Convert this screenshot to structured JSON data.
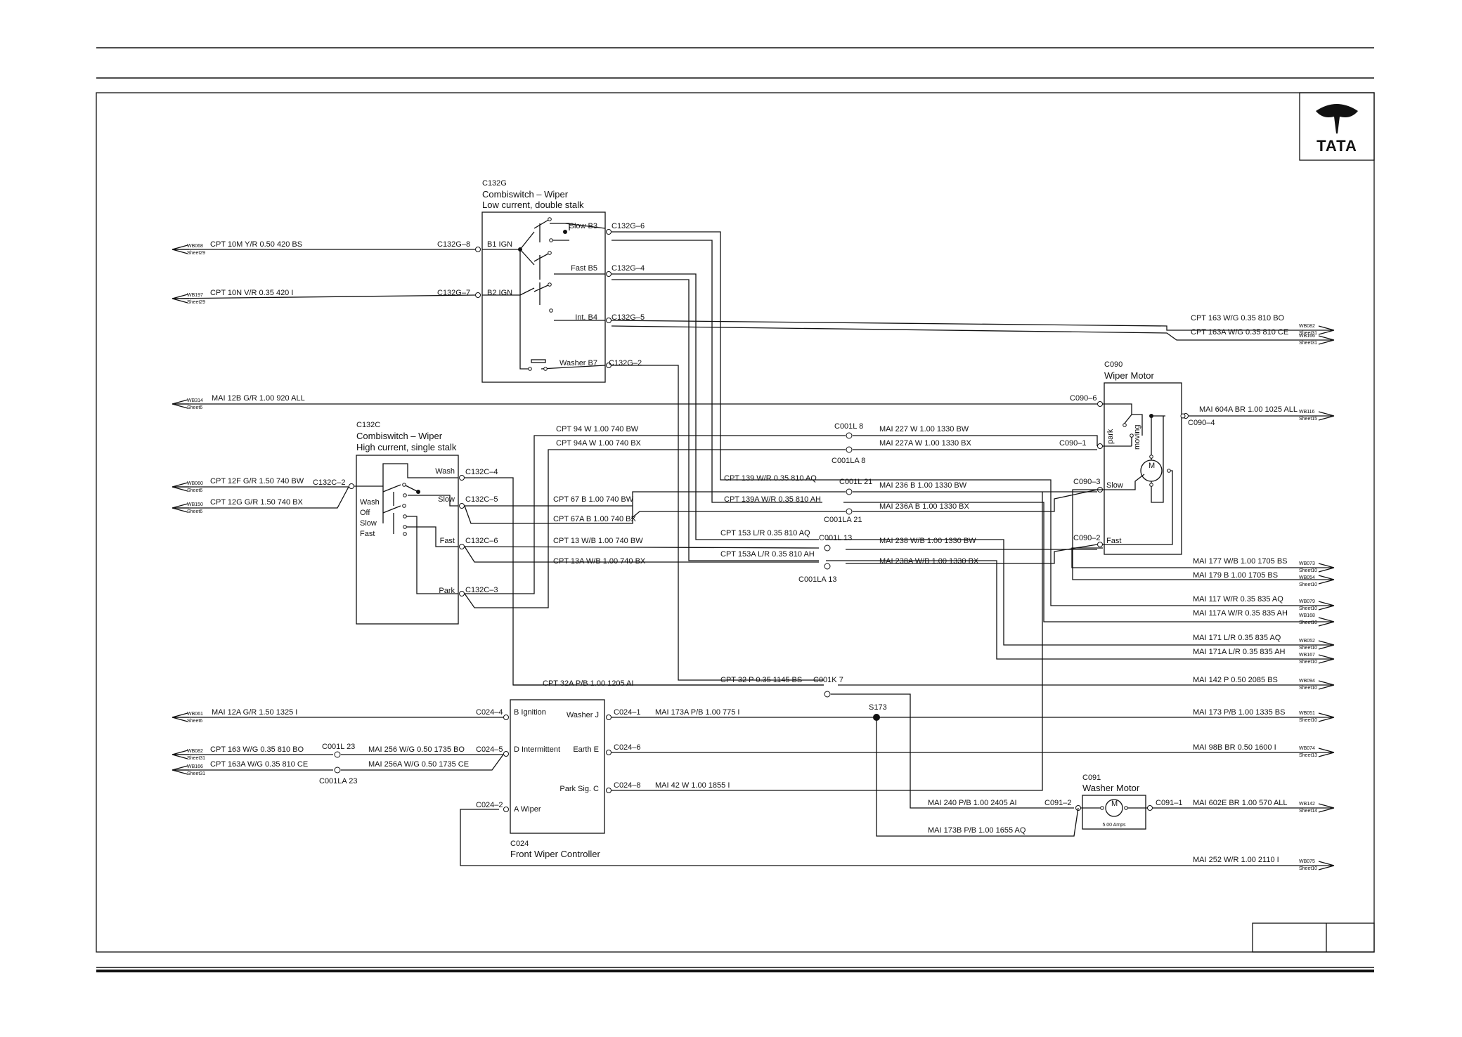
{
  "brand": {
    "logo_text": "TATA"
  },
  "components": {
    "c132g": {
      "id": "C132G",
      "line1": "Combiswitch – Wiper",
      "line2": "Low current, double stalk",
      "pins": {
        "b1": "B1  IGN",
        "b2": "B2  IGN",
        "b3": "Slow  B3",
        "b5": "Fast  B5",
        "b4": "Int.  B4",
        "b7": "Washer  B7"
      },
      "conn": {
        "c8": "C132G–8",
        "c7": "C132G–7",
        "c6": "C132G–6",
        "c4": "C132G–4",
        "c5": "C132G–5",
        "c2": "C132G–2"
      }
    },
    "c132c": {
      "id": "C132C",
      "line1": "Combiswitch – Wiper",
      "line2": "High current, single stalk",
      "pins": {
        "wash": "Wash",
        "slow": "Slow",
        "fast": "Fast",
        "park": "Park"
      },
      "pos": [
        "Wash",
        "Off",
        "Slow",
        "Fast"
      ],
      "conn": {
        "c2": "C132C–2",
        "c4": "C132C–4",
        "c5": "C132C–5",
        "c6": "C132C–6",
        "c3": "C132C–3"
      }
    },
    "c090": {
      "id": "C090",
      "name": "Wiper Motor",
      "park": "park",
      "moving": "moving",
      "motor": "M",
      "slow": "Slow",
      "fast": "Fast",
      "conn": {
        "c6": "C090–6",
        "c4": "C090–4",
        "c1": "C090–1",
        "c3": "C090–3",
        "c2": "C090–2"
      }
    },
    "c024": {
      "id": "C024",
      "name": "Front Wiper Controller",
      "pins": {
        "b": "B  Ignition",
        "d": "D  Intermittent",
        "a": "A  Wiper",
        "j": "Washer  J",
        "e": "Earth  E",
        "c": "Park Sig.  C"
      },
      "conn": {
        "c4": "C024–4",
        "c5": "C024–5",
        "c2": "C024–2",
        "c1": "C024–1",
        "c6": "C024–6",
        "c8": "C024–8"
      }
    },
    "c091": {
      "id": "C091",
      "name": "Washer Motor",
      "motor": "M",
      "rating": "5.00 Amps",
      "conn": {
        "c2": "C091–2",
        "c1": "C091–1"
      }
    },
    "splices": {
      "c001l8": "C001L  8",
      "c001la8": "C001LA  8",
      "c001l21": "C001L  21",
      "c001la21": "C001LA  21",
      "c001l13": "C001L  13",
      "c001la13": "C001LA  13",
      "c001k7": "C001K  7",
      "s173": "S173",
      "c001l23": "C001L  23",
      "c001la23": "C001LA  23"
    }
  },
  "left_refs": [
    {
      "ref": "WB068",
      "sheet": "Sheet29"
    },
    {
      "ref": "WB197",
      "sheet": "Sheet29"
    },
    {
      "ref": "WB314",
      "sheet": "Sheet6"
    },
    {
      "ref": "WB060",
      "sheet": "Sheet6"
    },
    {
      "ref": "WB150",
      "sheet": "Sheet6"
    },
    {
      "ref": "WB061",
      "sheet": "Sheet6"
    },
    {
      "ref": "WB082",
      "sheet": "Sheet31"
    },
    {
      "ref": "WB166",
      "sheet": "Sheet31"
    }
  ],
  "right_refs": [
    {
      "ref": "WB082",
      "sheet": "Sheet31"
    },
    {
      "ref": "WB166",
      "sheet": "Sheet31"
    },
    {
      "ref": "WB116",
      "sheet": "Sheet15"
    },
    {
      "ref": "WB073",
      "sheet": "Sheet10"
    },
    {
      "ref": "WB054",
      "sheet": "Sheet10"
    },
    {
      "ref": "WB079",
      "sheet": "Sheet10"
    },
    {
      "ref": "WB168",
      "sheet": "Sheet10"
    },
    {
      "ref": "WB052",
      "sheet": "Sheet10"
    },
    {
      "ref": "WB167",
      "sheet": "Sheet10"
    },
    {
      "ref": "WB094",
      "sheet": "Sheet10"
    },
    {
      "ref": "WB051",
      "sheet": "Sheet10"
    },
    {
      "ref": "WB074",
      "sheet": "Sheet13"
    },
    {
      "ref": "WB142",
      "sheet": "Sheet14"
    },
    {
      "ref": "WB075",
      "sheet": "Sheet10"
    }
  ],
  "wires": {
    "w10m": "CPT  10M  Y/R  0.50  420  BS",
    "w10n": "CPT  10N  V/R  0.35  420  I",
    "w12b": "MAI  12B  G/R  1.00  920  ALL",
    "w12f": "CPT  12F  G/R  1.50  740  BW",
    "w12g": "CPT  12G  G/R  1.50  740  BX",
    "w12a": "MAI  12A  G/R  1.50  1325  I",
    "w163l": "CPT  163  W/G  0.35  810  BO",
    "w163al": "CPT  163A  W/G  0.35  810  CE",
    "w256": "MAI  256  W/G  0.50  1735  BO",
    "w256a": "MAI  256A  W/G  0.50  1735  CE",
    "w163r": "CPT   163  W/G  0.35  810  BO",
    "w163ar": "CPT   163A  W/G  0.35  810  CE",
    "w94": "CPT  94  W  1.00  740  BW",
    "w94a": "CPT  94A  W  1.00  740  BX",
    "w227": "MAI  227  W  1.00  1330  BW",
    "w227a": "MAI  227A  W  1.00  1330  BX",
    "w604a": "MAI  604A  BR  1.00  1025  ALL",
    "w139": "CPT  139  W/R  0.35  810  AQ",
    "w139a": "CPT  139A  W/R  0.35  810  AH",
    "w236": "MAI  236  B  1.00  1330  BW",
    "w236a": "MAI  236A  B  1.00  1330  BX",
    "w67": "CPT  67  B  1.00  740  BW",
    "w67a": "CPT  67A  B  1.00  740  BX",
    "w153": "CPT  153  L/R  0.35  810  AQ",
    "w153a": "CPT  153A  L/R  0.35  810  AH",
    "w13": "CPT  13  W/B  1.00  740  BW",
    "w13a": "CPT  13A  W/B  1.00  740  BX",
    "w238": "MAI  238  W/B  1.00  1330  BW",
    "w238a": "MAI  238A  W/B  1.00  1330  BX",
    "w177": "MAI   177  W/B  1.00  1705  BS",
    "w179": "MAI   179  B  1.00  1705  BS",
    "w117": "MAI   117  W/R  0.35  835  AQ",
    "w117a": "MAI   117A  W/R  0.35  835  AH",
    "w171": "MAI   171  L/R  0.35  835  AQ",
    "w171a": "MAI   171A  L/R  0.35  835  AH",
    "w32a": "CPT  32A  P/B  1.00  1205  AI",
    "w32": "CPT  32  P  0.35  1145  BS",
    "w142": "MAI   142  P  0.50  2085  BS",
    "w173a": "MAI  173A  P/B  1.00  775  I",
    "w173": "MAI   173  P/B  1.00  1335  BS",
    "w98b": "MAI   98B  BR  0.50  1600  I",
    "w42": "MAI  42  W  1.00  1855  I",
    "w240": "MAI  240  P/B  1.00  2405  AI",
    "w173b": "MAI  173B  P/B  1.00  1655  AQ",
    "w602e": "MAI  602E  BR  1.00  570  ALL",
    "w252": "MAI   252  W/R  1.00  2110  I"
  }
}
